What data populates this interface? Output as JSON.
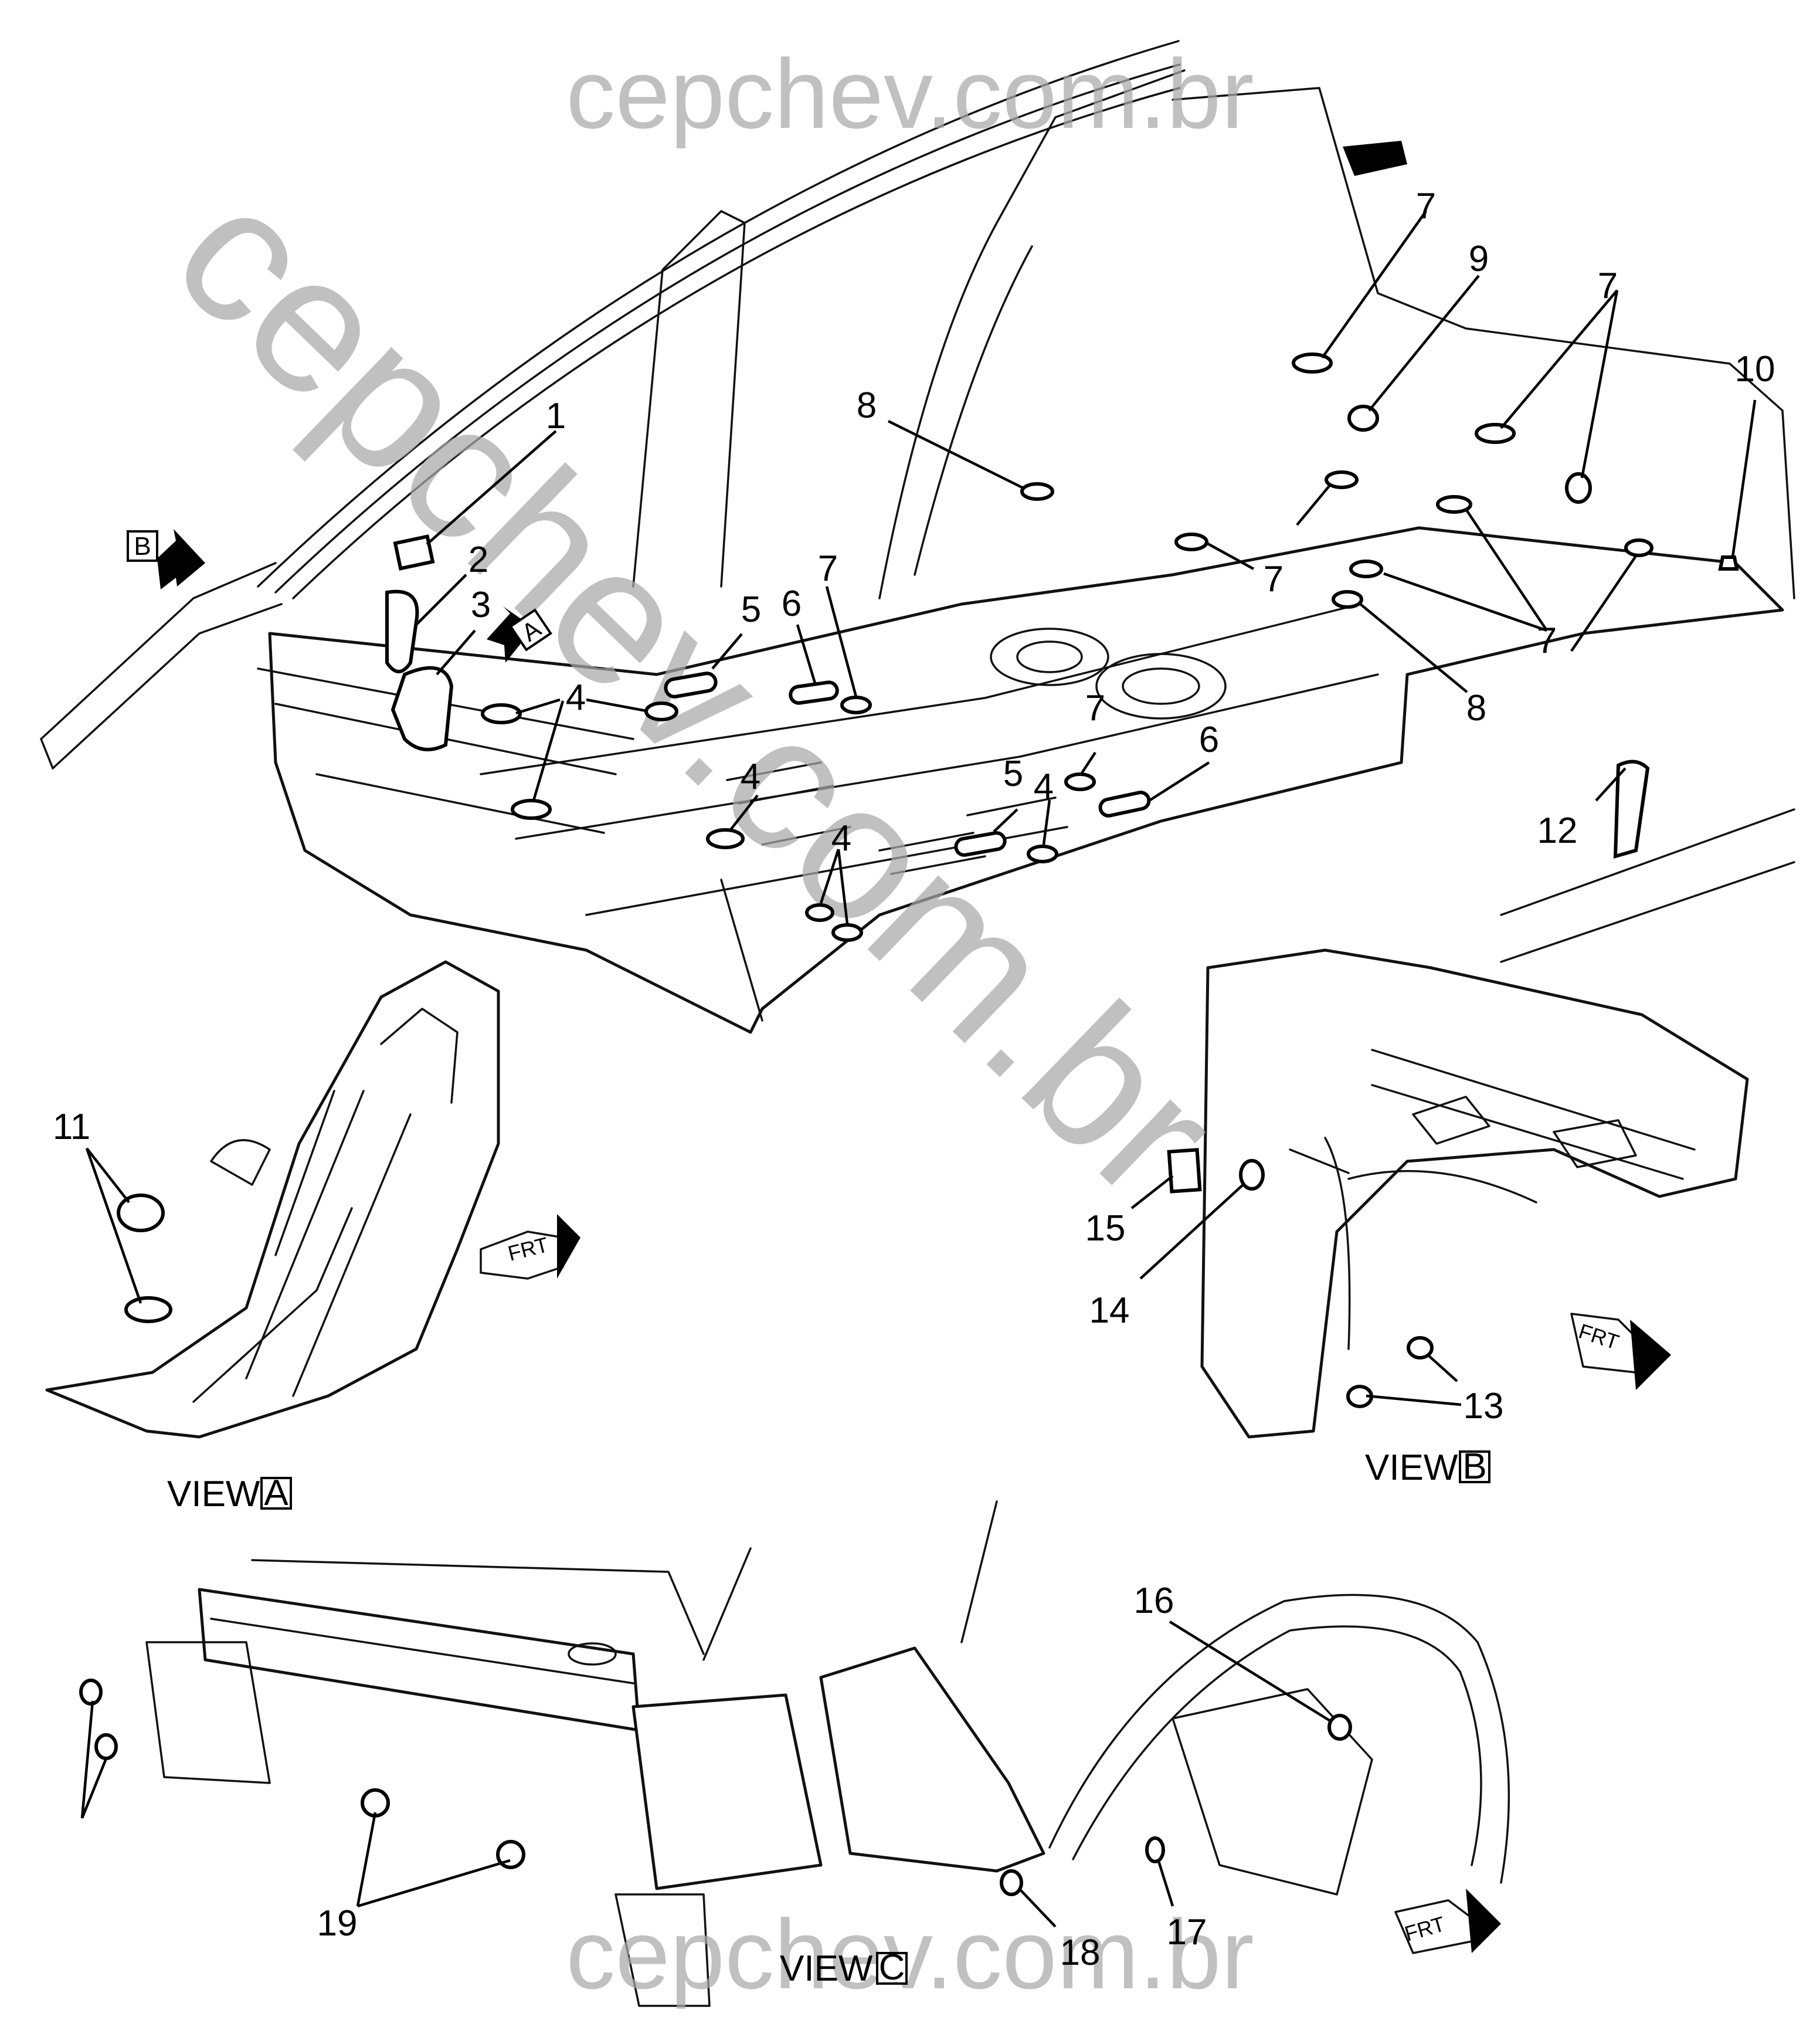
{
  "watermark": {
    "top": "cepchev.com.br",
    "bottom": "cepchev.com.br",
    "diagonal": "cepchev.com.br"
  },
  "view_markers": {
    "a": "A",
    "b": "B",
    "c": "C"
  },
  "view_labels": {
    "a": "VIEW",
    "b": "VIEW",
    "c": "VIEW"
  },
  "front_label": "FRT",
  "callouts": {
    "c1": "1",
    "c2": "2",
    "c3": "3",
    "c4a": "4",
    "c4b": "4",
    "c4c": "4",
    "c4d": "4",
    "c5a": "5",
    "c5b": "5",
    "c6a": "6",
    "c6b": "6",
    "c7a": "7",
    "c7b": "7",
    "c7c": "7",
    "c7d": "7",
    "c7e": "7",
    "c7f": "7",
    "c8a": "8",
    "c8b": "8",
    "c9": "9",
    "c10": "10",
    "c11": "11",
    "c12": "12",
    "c13": "13",
    "c14": "14",
    "c15": "15",
    "c16": "16",
    "c17": "17",
    "c18": "18",
    "c19": "19"
  },
  "colors": {
    "line": "#111111",
    "watermark": "#a8a8a8",
    "background": "#ffffff"
  }
}
